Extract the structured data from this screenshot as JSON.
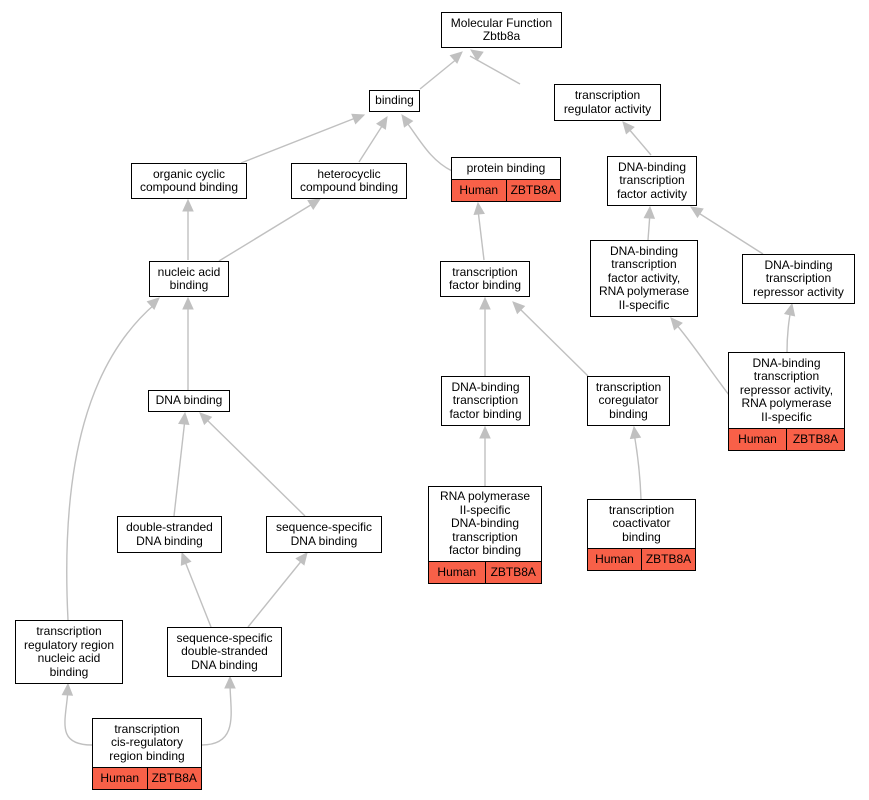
{
  "colors": {
    "edge": "#c0c0c0",
    "annotation": "#f86048",
    "border": "#000000",
    "background": "#ffffff"
  },
  "nodes": {
    "root": {
      "label": "Molecular Function\nZbtb8a"
    },
    "trra": {
      "label": "transcription\nregulator activity"
    },
    "binding": {
      "label": "binding"
    },
    "ocb": {
      "label": "organic cyclic\ncompound binding"
    },
    "hcb": {
      "label": "heterocyclic\ncompound binding"
    },
    "pb": {
      "label": "protein binding",
      "species": "Human",
      "gene": "ZBTB8A"
    },
    "dbtfa": {
      "label": "DNA-binding\ntranscription\nfactor activity"
    },
    "nab": {
      "label": "nucleic acid\nbinding"
    },
    "tfb": {
      "label": "transcription\nfactor binding"
    },
    "dbtfa2": {
      "label": "DNA-binding\ntranscription\nfactor activity,\nRNA polymerase\nII-specific"
    },
    "dbtra": {
      "label": "DNA-binding\ntranscription\nrepressor activity"
    },
    "dbtra2": {
      "label": "DNA-binding\ntranscription\nrepressor activity,\nRNA polymerase\nII-specific",
      "species": "Human",
      "gene": "ZBTB8A"
    },
    "dnab": {
      "label": "DNA binding"
    },
    "dbtfb": {
      "label": "DNA-binding\ntranscription\nfactor binding"
    },
    "tcb": {
      "label": "transcription\ncoregulator\nbinding"
    },
    "rnap": {
      "label": "RNA polymerase\nII-specific\nDNA-binding\ntranscription\nfactor binding",
      "species": "Human",
      "gene": "ZBTB8A"
    },
    "tca": {
      "label": "transcription\ncoactivator\nbinding",
      "species": "Human",
      "gene": "ZBTB8A"
    },
    "dsdna": {
      "label": "double-stranded\nDNA binding"
    },
    "ssdna": {
      "label": "sequence-specific\nDNA binding"
    },
    "trrnab": {
      "label": "transcription\nregulatory region\nnucleic acid\nbinding"
    },
    "ssdsdna": {
      "label": "sequence-specific\ndouble-stranded\nDNA binding"
    },
    "tcrrb": {
      "label": "transcription\ncis-regulatory\nregion binding",
      "species": "Human",
      "gene": "ZBTB8A"
    }
  }
}
